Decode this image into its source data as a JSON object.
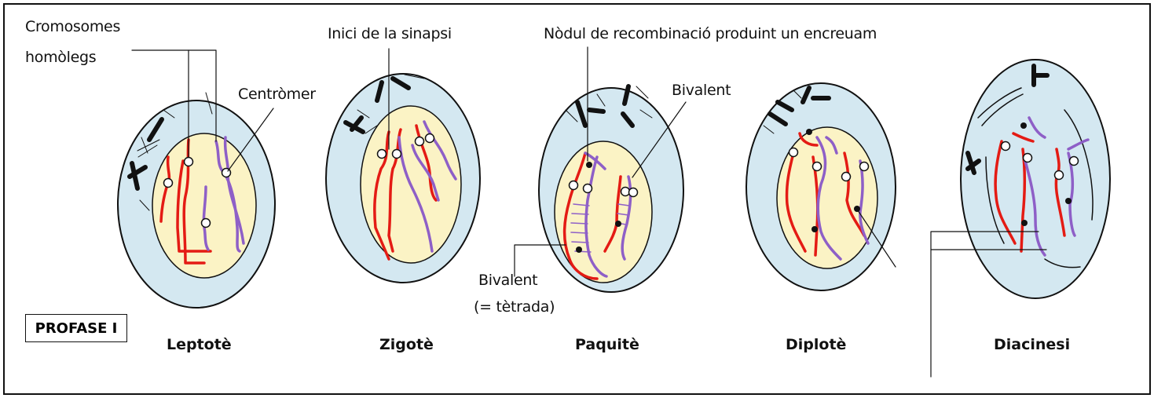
{
  "labels": {
    "cromosomes": "Cromosomes",
    "homolegs": "homòlegs",
    "centromer": "Centròmer",
    "inici_sinapsi": "Inici de la sinapsi",
    "nodul": "Nòdul de recombinació produint un encreuam",
    "bivalent_top": "Bivalent",
    "bivalent_bottom_1": "Bivalent",
    "bivalent_bottom_2": "(= tètrada)"
  },
  "profase": "PROFASE I",
  "stages": {
    "leptote": "Leptotè",
    "zigote": "Zigotè",
    "paquite": "Paquitè",
    "diplote": "Diplotè",
    "diacinesi": "Diacinesi"
  },
  "colors": {
    "cell": "#d4e8f1",
    "nucleus": "#fbf3c5",
    "red_chromosome": "#e41b14",
    "purple_chromosome": "#8e5fc7",
    "outline": "#111111"
  }
}
